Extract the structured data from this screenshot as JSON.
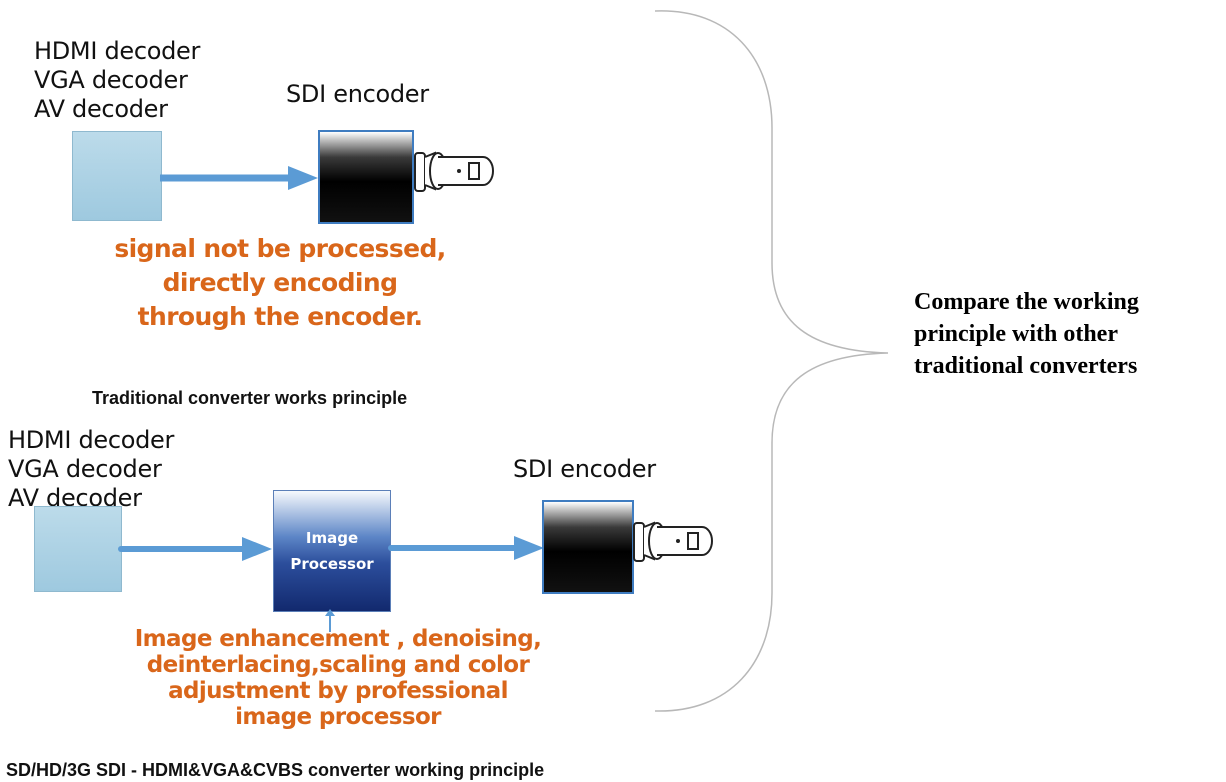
{
  "top_section": {
    "decoders": [
      "HDMI decoder",
      "VGA decoder",
      "AV decoder"
    ],
    "encoder_label": "SDI encoder",
    "note": [
      "signal not be processed,",
      "directly encoding",
      "through the encoder."
    ],
    "caption": "Traditional converter works principle"
  },
  "bottom_section": {
    "decoders": [
      "HDMI decoder",
      "VGA decoder",
      "AV decoder"
    ],
    "processor_label": [
      "Image",
      "Processor"
    ],
    "encoder_label": "SDI encoder",
    "note": [
      "Image enhancement , denoising,",
      "deinterlacing,scaling and color",
      "adjustment by professional",
      "image processor"
    ],
    "caption": "SD/HD/3G SDI - HDMI&VGA&CVBS converter working principle"
  },
  "side_text": [
    "Compare the working",
    "principle with other",
    "traditional converters"
  ],
  "colors": {
    "arrow": "#5b9bd5",
    "note_text": "#d9661a",
    "brace": "#b8b8b8",
    "decoder_box": "#a9d1e3",
    "processor_box": "#2c4e9c"
  },
  "icons": [
    "bnc-connector-icon",
    "bnc-connector-icon"
  ]
}
